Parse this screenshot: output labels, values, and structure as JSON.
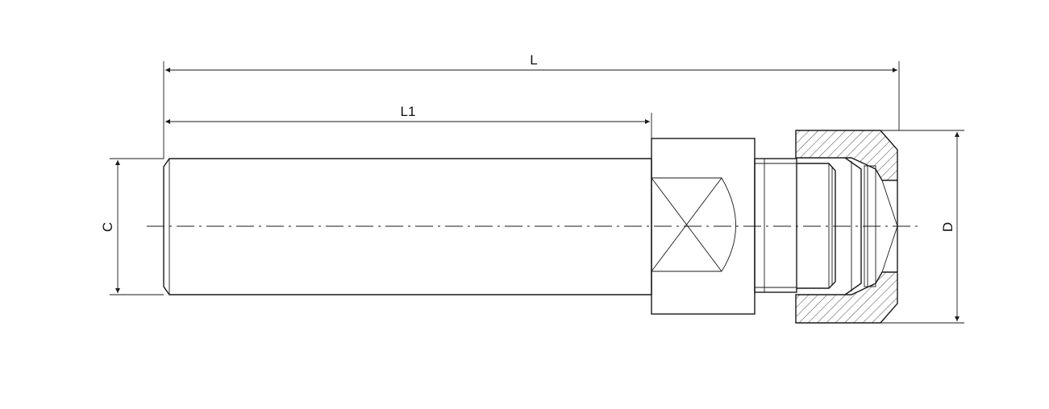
{
  "diagram": {
    "dimensions": {
      "overall_length": "L",
      "shank_length": "L1",
      "shank_diameter": "C",
      "nut_diameter": "D"
    }
  }
}
